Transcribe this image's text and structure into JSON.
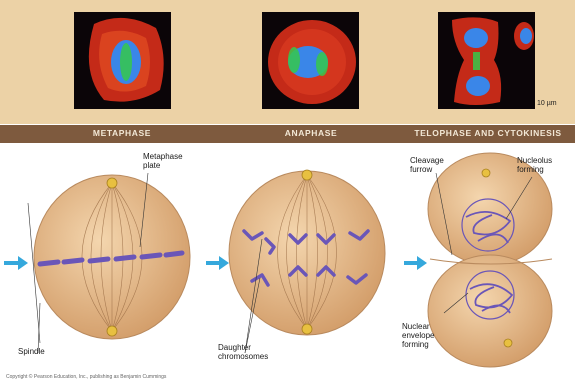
{
  "stages": [
    {
      "name": "METAPHASE"
    },
    {
      "name": "ANAPHASE"
    },
    {
      "name": "TELOPHASE AND CYTOKINESIS"
    }
  ],
  "micrographs": {
    "scale_bar_label": "10 µm"
  },
  "labels": {
    "metaphase_plate": "Metaphase\nplate",
    "spindle": "Spindle",
    "daughter_chromosomes": "Daughter\nchromosomes",
    "cleavage_furrow": "Cleavage\nfurrow",
    "nucleolus_forming": "Nucleolus\nforming",
    "nuclear_envelope_forming": "Nuclear\nenvelope\nforming"
  },
  "copyright": "Copyright © Pearson Education, Inc., publishing as Benjamin Cummings",
  "colors": {
    "band": "#ecd2a6",
    "stage_bar": "#7e5a3e",
    "cell_fill": "#e0b888",
    "chromosome": "#6a56b8",
    "arrow": "#35a8dc"
  }
}
